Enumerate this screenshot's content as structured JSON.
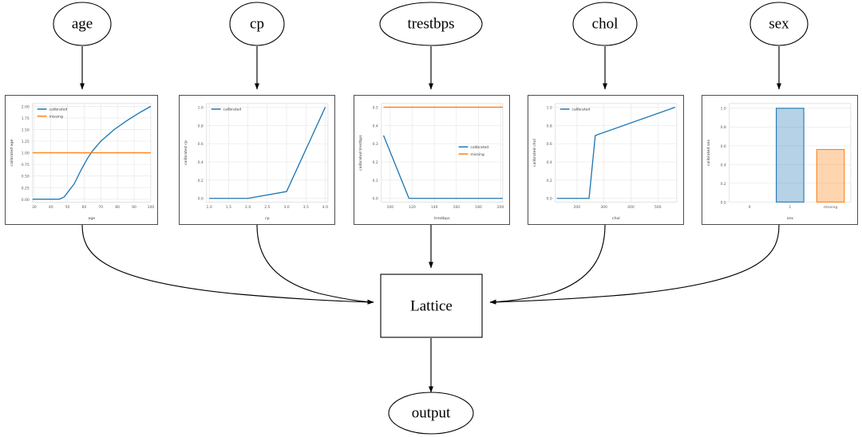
{
  "graph": {
    "input_nodes": [
      {
        "id": "age",
        "label": "age"
      },
      {
        "id": "cp",
        "label": "cp"
      },
      {
        "id": "trestbps",
        "label": "trestbps"
      },
      {
        "id": "chol",
        "label": "chol"
      },
      {
        "id": "sex",
        "label": "sex"
      }
    ],
    "lattice_node": {
      "label": "Lattice"
    },
    "output_node": {
      "label": "output"
    }
  },
  "colors": {
    "calibrated": "#1f77b4",
    "missing": "#ff7f0e",
    "axis_text": "#5a5a5a",
    "card_border": "#4d4d4d",
    "grid": "#e8e8e8"
  },
  "legend_labels": {
    "calibrated": "calibrated",
    "missing": "missing"
  },
  "chart_data": [
    {
      "id": "age",
      "type": "line",
      "title": "",
      "xlabel": "age",
      "ylabel": "calibrated age",
      "xlim": [
        29,
        100
      ],
      "ylim": [
        -0.06,
        2.06
      ],
      "xticks": [
        30,
        40,
        50,
        60,
        70,
        80,
        90,
        100
      ],
      "xticklabels": [
        "30",
        "40",
        "50",
        "60",
        "70",
        "80",
        "90",
        "100"
      ],
      "yticks": [
        0.0,
        0.25,
        0.5,
        0.75,
        1.0,
        1.25,
        1.5,
        1.75,
        2.0
      ],
      "yticklabels": [
        "0.00",
        "0.25",
        "0.50",
        "0.75",
        "1.00",
        "1.25",
        "1.50",
        "1.75",
        "2.00"
      ],
      "grid": true,
      "legend": [
        "calibrated",
        "missing"
      ],
      "legend_position": "upper left",
      "series": [
        {
          "name": "calibrated",
          "color": "#1f77b4",
          "x": [
            29,
            45,
            48,
            54,
            58,
            62,
            65,
            70,
            78,
            86,
            94,
            100
          ],
          "y": [
            0.0,
            0.0,
            0.05,
            0.33,
            0.62,
            0.88,
            1.04,
            1.25,
            1.5,
            1.7,
            1.88,
            2.0
          ]
        },
        {
          "name": "missing",
          "color": "#ff7f0e",
          "x": [
            29,
            100
          ],
          "y": [
            1.0,
            1.0
          ]
        }
      ]
    },
    {
      "id": "cp",
      "type": "line",
      "title": "",
      "xlabel": "cp",
      "ylabel": "calibrated cp",
      "xlim": [
        0.93,
        4.07
      ],
      "ylim": [
        -0.04,
        1.04
      ],
      "xticks": [
        1.0,
        1.5,
        2.0,
        2.5,
        3.0,
        3.5,
        4.0
      ],
      "xticklabels": [
        "1.0",
        "1.5",
        "2.0",
        "2.5",
        "3.0",
        "3.5",
        "4.0"
      ],
      "yticks": [
        0.0,
        0.2,
        0.4,
        0.6,
        0.8,
        1.0
      ],
      "yticklabels": [
        "0.0",
        "0.2",
        "0.4",
        "0.6",
        "0.8",
        "1.0"
      ],
      "grid": true,
      "legend": [
        "calibrated"
      ],
      "legend_position": "upper left",
      "series": [
        {
          "name": "calibrated",
          "color": "#1f77b4",
          "x": [
            1.0,
            2.0,
            3.0,
            4.0
          ],
          "y": [
            0.0,
            0.0,
            0.075,
            1.0
          ]
        }
      ]
    },
    {
      "id": "trestbps",
      "type": "line",
      "title": "",
      "xlabel": "trestbps",
      "ylabel": "calibrated trestbps",
      "xlim": [
        92,
        202
      ],
      "ylim": [
        -0.02,
        0.52
      ],
      "xticks": [
        100,
        120,
        140,
        160,
        180,
        200
      ],
      "xticklabels": [
        "100",
        "120",
        "140",
        "160",
        "180",
        "200"
      ],
      "yticks": [
        0.0,
        0.1,
        0.2,
        0.3,
        0.4,
        0.5
      ],
      "yticklabels": [
        "0.0",
        "0.1",
        "0.2",
        "0.3",
        "0.4",
        "0.5"
      ],
      "grid": true,
      "legend": [
        "calibrated",
        "missing"
      ],
      "legend_position": "center right",
      "series": [
        {
          "name": "calibrated",
          "color": "#1f77b4",
          "x": [
            94,
            117,
            202
          ],
          "y": [
            0.345,
            0.0,
            0.0
          ]
        },
        {
          "name": "missing",
          "color": "#ff7f0e",
          "x": [
            94,
            202
          ],
          "y": [
            0.5,
            0.5
          ]
        }
      ]
    },
    {
      "id": "chol",
      "type": "line",
      "title": "",
      "xlabel": "chol",
      "ylabel": "calibrated chol",
      "xlim": [
        120,
        570
      ],
      "ylim": [
        -0.04,
        1.04
      ],
      "xticks": [
        200,
        300,
        400,
        500
      ],
      "xticklabels": [
        "200",
        "300",
        "400",
        "500"
      ],
      "yticks": [
        0.0,
        0.2,
        0.4,
        0.6,
        0.8,
        1.0
      ],
      "yticklabels": [
        "0.0",
        "0.2",
        "0.4",
        "0.6",
        "0.8",
        "1.0"
      ],
      "grid": true,
      "legend": [
        "calibrated"
      ],
      "legend_position": "upper left",
      "series": [
        {
          "name": "calibrated",
          "color": "#1f77b4",
          "x": [
            126,
            245,
            268,
            564
          ],
          "y": [
            0.0,
            0.0,
            0.69,
            1.0
          ]
        }
      ]
    },
    {
      "id": "sex",
      "type": "bar",
      "title": "",
      "xlabel": "sex",
      "ylabel": "calibrated sex",
      "categories": [
        "0",
        "1",
        "missing"
      ],
      "values": [
        0.0,
        1.0,
        0.56
      ],
      "bar_colors": [
        "#1f77b4",
        "#1f77b4",
        "#ff7f0e"
      ],
      "ylim": [
        0.0,
        1.05
      ],
      "yticks": [
        0.0,
        0.2,
        0.4,
        0.6,
        0.8,
        1.0
      ],
      "yticklabels": [
        "0.0",
        "0.2",
        "0.4",
        "0.6",
        "0.8",
        "1.0"
      ],
      "xticklabels": [
        "0",
        "1",
        "missing"
      ],
      "grid": true,
      "legend": []
    }
  ]
}
